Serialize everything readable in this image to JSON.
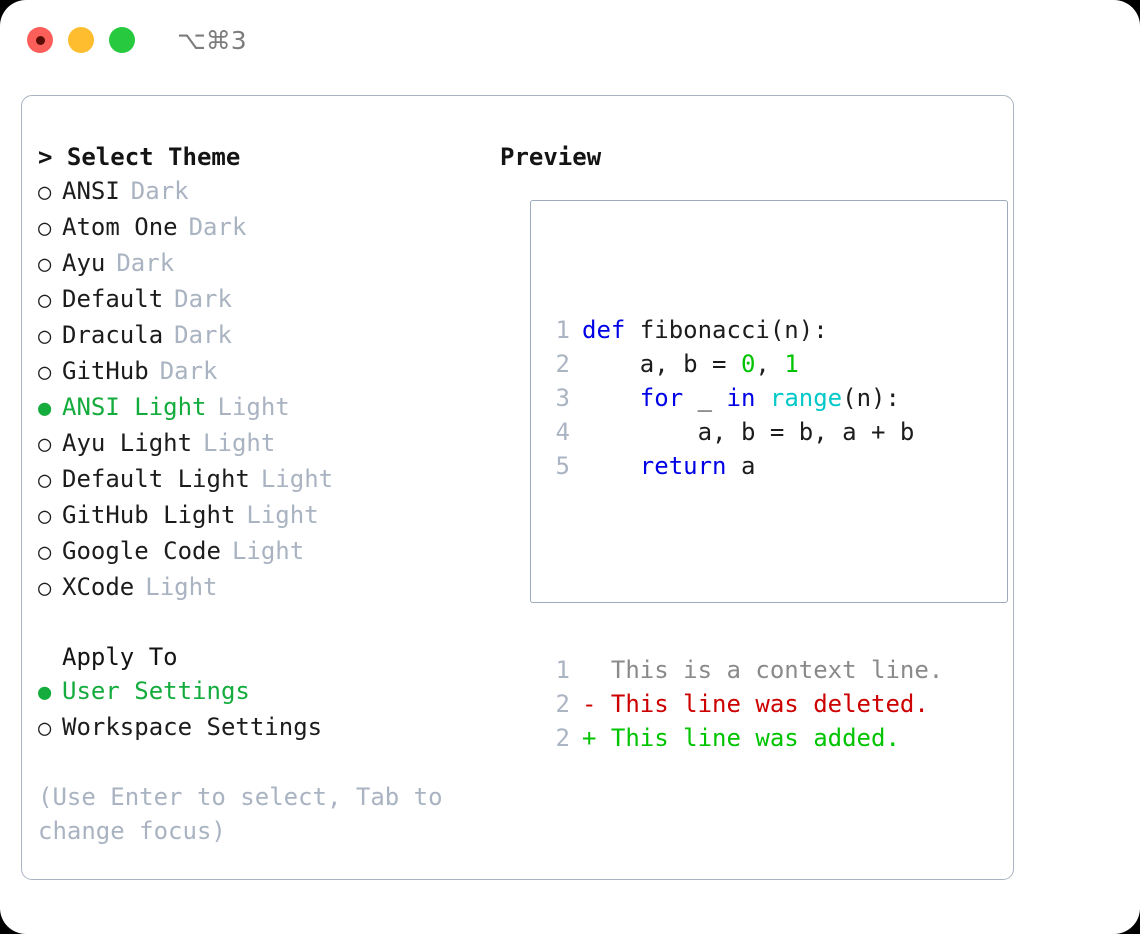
{
  "titlebar": {
    "traffic_lights": [
      "close",
      "minimize",
      "maximize"
    ],
    "shortcut": "⌥⌘3"
  },
  "theme_picker": {
    "heading": "> Select Theme",
    "items": [
      {
        "bullet": "○",
        "label": "ANSI",
        "badge": "Dark",
        "selected": false
      },
      {
        "bullet": "○",
        "label": "Atom One",
        "badge": "Dark",
        "selected": false
      },
      {
        "bullet": "○",
        "label": "Ayu",
        "badge": "Dark",
        "selected": false
      },
      {
        "bullet": "○",
        "label": "Default",
        "badge": "Dark",
        "selected": false
      },
      {
        "bullet": "○",
        "label": "Dracula",
        "badge": "Dark",
        "selected": false
      },
      {
        "bullet": "○",
        "label": "GitHub",
        "badge": "Dark",
        "selected": false
      },
      {
        "bullet": "●",
        "label": "ANSI Light",
        "badge": "Light",
        "selected": true
      },
      {
        "bullet": "○",
        "label": "Ayu Light",
        "badge": "Light",
        "selected": false
      },
      {
        "bullet": "○",
        "label": "Default Light",
        "badge": "Light",
        "selected": false
      },
      {
        "bullet": "○",
        "label": "GitHub Light",
        "badge": "Light",
        "selected": false
      },
      {
        "bullet": "○",
        "label": "Google Code",
        "badge": "Light",
        "selected": false
      },
      {
        "bullet": "○",
        "label": "XCode",
        "badge": "Light",
        "selected": false
      }
    ]
  },
  "apply_to": {
    "heading": "Apply To",
    "items": [
      {
        "bullet": "●",
        "label": "User Settings",
        "selected": true
      },
      {
        "bullet": "○",
        "label": "Workspace Settings",
        "selected": false
      }
    ]
  },
  "hint": "(Use Enter to select, Tab to change focus)",
  "preview": {
    "heading": "Preview",
    "code_lines": [
      {
        "n": "1",
        "tokens": [
          {
            "t": "def",
            "c": "kw"
          },
          {
            "t": " fibonacci(n):",
            "c": "plain"
          }
        ]
      },
      {
        "n": "2",
        "tokens": [
          {
            "t": "    a, b = ",
            "c": "plain"
          },
          {
            "t": "0",
            "c": "num"
          },
          {
            "t": ", ",
            "c": "plain"
          },
          {
            "t": "1",
            "c": "num"
          }
        ]
      },
      {
        "n": "3",
        "tokens": [
          {
            "t": "    ",
            "c": "plain"
          },
          {
            "t": "for",
            "c": "kw"
          },
          {
            "t": " _ ",
            "c": "plain"
          },
          {
            "t": "in",
            "c": "kw"
          },
          {
            "t": " ",
            "c": "plain"
          },
          {
            "t": "range",
            "c": "fn"
          },
          {
            "t": "(n):",
            "c": "plain"
          }
        ]
      },
      {
        "n": "4",
        "tokens": [
          {
            "t": "        a, b = b, a + b",
            "c": "plain"
          }
        ]
      },
      {
        "n": "5",
        "tokens": [
          {
            "t": "    ",
            "c": "plain"
          },
          {
            "t": "return",
            "c": "kw"
          },
          {
            "t": " a",
            "c": "plain"
          }
        ]
      }
    ],
    "diff_lines": [
      {
        "n": "1",
        "marker": "  ",
        "text": "This is a context line.",
        "c": "ctx"
      },
      {
        "n": "2",
        "marker": "- ",
        "text": "This line was deleted.",
        "c": "del"
      },
      {
        "n": "2",
        "marker": "+ ",
        "text": "This line was added.",
        "c": "add"
      }
    ]
  },
  "colors": {
    "accent_green": "#15ac3e",
    "muted": "#a9b3c1",
    "keyword": "#0000e6",
    "function": "#00c8c8",
    "number": "#00c400",
    "deleted": "#cc0000",
    "added": "#00c400",
    "panel_border": "#aab4c2"
  }
}
